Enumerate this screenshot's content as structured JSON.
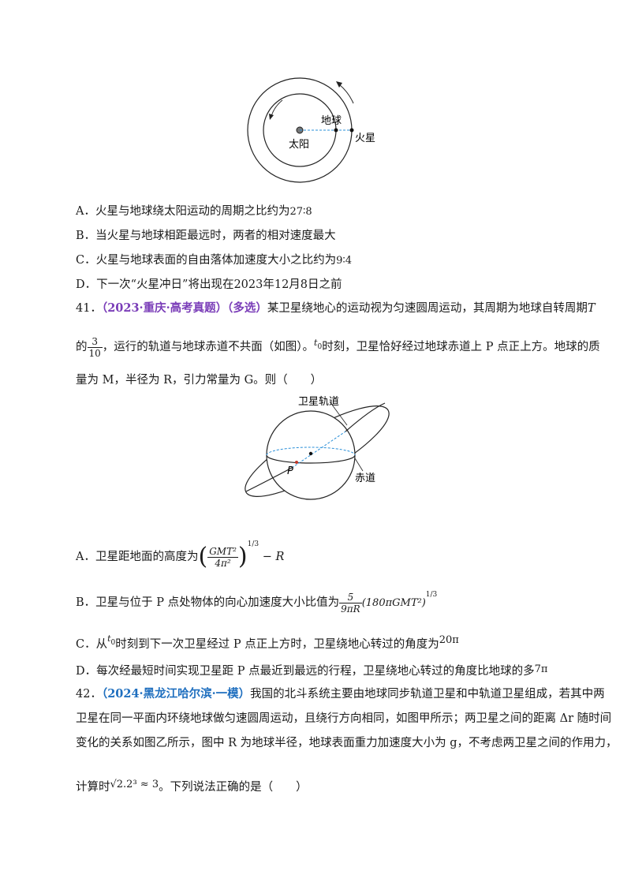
{
  "figure1": {
    "sun_label": "太阳",
    "earth_label": "地球",
    "mars_label": "火星"
  },
  "q40_options": {
    "A": "A．火星与地球绕太阳运动的周期之比约为",
    "A_math": "27∶8",
    "B": "B．当火星与地球相距最远时，两者的相对速度最大",
    "C": "C．火星与地球表面的自由落体加速度大小之比约为",
    "C_math": "9∶4",
    "D": "D．下一次“火星冲日”将出现在2023年12月8日之前"
  },
  "q41": {
    "number": "41．",
    "tag": "（2023·重庆·高考真题）",
    "multi": "（多选）",
    "text1": "某卫星绕地心的运动视为匀速圆周运动，其周期为地球自转周期",
    "T": "T",
    "text2_pre": "的",
    "frac_num": "3",
    "frac_den": "10",
    "text2_post": "，运行的轨道与地球赤道不共面（如图）。",
    "t0": "t",
    "t0_sub": "0",
    "text2_end": "时刻，卫星恰好经过地球赤道上 P 点正上方。地球的质",
    "text3": "量为 M，半径为 R，引力常量为 G。则（　　）"
  },
  "figure2": {
    "orbit_label": "卫星轨道",
    "equator_label": "赤道",
    "p_label": "P"
  },
  "q41_options": {
    "A": "A．卫星距地面的高度为",
    "A_num": "GMT²",
    "A_den": "4π²",
    "A_exp": "1/3",
    "A_tail": "− R",
    "B": "B．卫星与位于 P 点处物体的向心加速度大小比值为",
    "B_num": "5",
    "B_den": "9πR",
    "B_paren": "(180πGMT²)",
    "B_exp": "1/3",
    "C_pre": "C．从",
    "C_t": "t",
    "C_sub": "0",
    "C_post": "时刻到下一次卫星经过 P 点正上方时，卫星绕地心转过的角度为",
    "C_math": "20π",
    "D": "D．每次经最短时间实现卫星距 P 点最近到最远的行程，卫星绕地心转过的角度比地球的多",
    "D_math": "7π"
  },
  "q42": {
    "number": "42．",
    "tag": "（2024·黑龙江哈尔滨·一模）",
    "line1": "我国的北斗系统主要由地球同步轨道卫星和中轨道卫星组成，若其中两",
    "line2": "卫星在同一平面内环绕地球做匀速圆周运动，且绕行方向相同，如图甲所示；两卫星之间的距离 Δr 随时间",
    "line3": "变化的关系如图乙所示，图中 R 为地球半径，地球表面重力加速度大小为 g，不考虑两卫星之间的作用力，",
    "line4_pre": "计算时",
    "line4_math": "√2.2³ ≈ 3",
    "line4_post": "。下列说法正确的是（　　）"
  }
}
